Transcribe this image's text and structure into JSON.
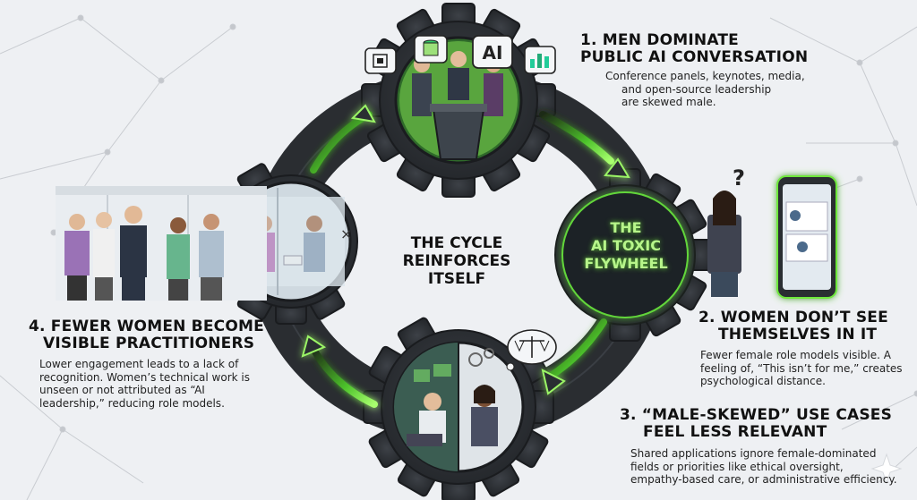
{
  "center": {
    "cycle_lines": [
      "THE CYCLE",
      "REINFORCES",
      "ITSELF"
    ],
    "flywheel_lines": [
      "THE",
      "AI TOXIC",
      "FLYWHEEL"
    ]
  },
  "step1": {
    "title_lines": [
      "1. MEN DOMINATE",
      "PUBLIC AI CONVERSATION"
    ],
    "body_lines": [
      "Conference panels, keynotes, media,",
      "and open-source leadership",
      "are skewed male."
    ],
    "ai_badge": "AI"
  },
  "step2": {
    "title_lines": [
      "2. WOMEN DON’T SEE",
      "THEMSELVES IN IT"
    ],
    "body_lines": [
      "Fewer female role models visible. A",
      "feeling of, “This isn’t for me,” creates",
      "psychological distance."
    ],
    "question_mark": "?"
  },
  "step3": {
    "title_lines": [
      "3. “MALE-SKEWED” USE CASES",
      "FEEL LESS RELEVANT"
    ],
    "body_lines": [
      "Shared applications ignore female-dominated",
      "fields or priorities like ethical oversight,",
      "empathy-based care, or administrative efficiency."
    ]
  },
  "step4": {
    "title_lines": [
      "4. FEWER WOMEN BECOME",
      "VISIBLE PRACTITIONERS"
    ],
    "body_lines": [
      "Lower engagement leads to a lack of",
      "recognition. Women’s technical work is",
      "unseen or not attributed as “AI",
      "leadership,” reducing role models."
    ],
    "close_mark": "×"
  },
  "colors": {
    "gear": "#2c2f33",
    "gear_edge": "#1a1c1f",
    "accent_green": "#6ee83a",
    "background": "#eef0f3"
  },
  "icons": [
    "chip-icon",
    "database-icon",
    "ai-icon",
    "chart-icon",
    "scales-icon",
    "gear-thought-icon",
    "sparkle-icon"
  ]
}
